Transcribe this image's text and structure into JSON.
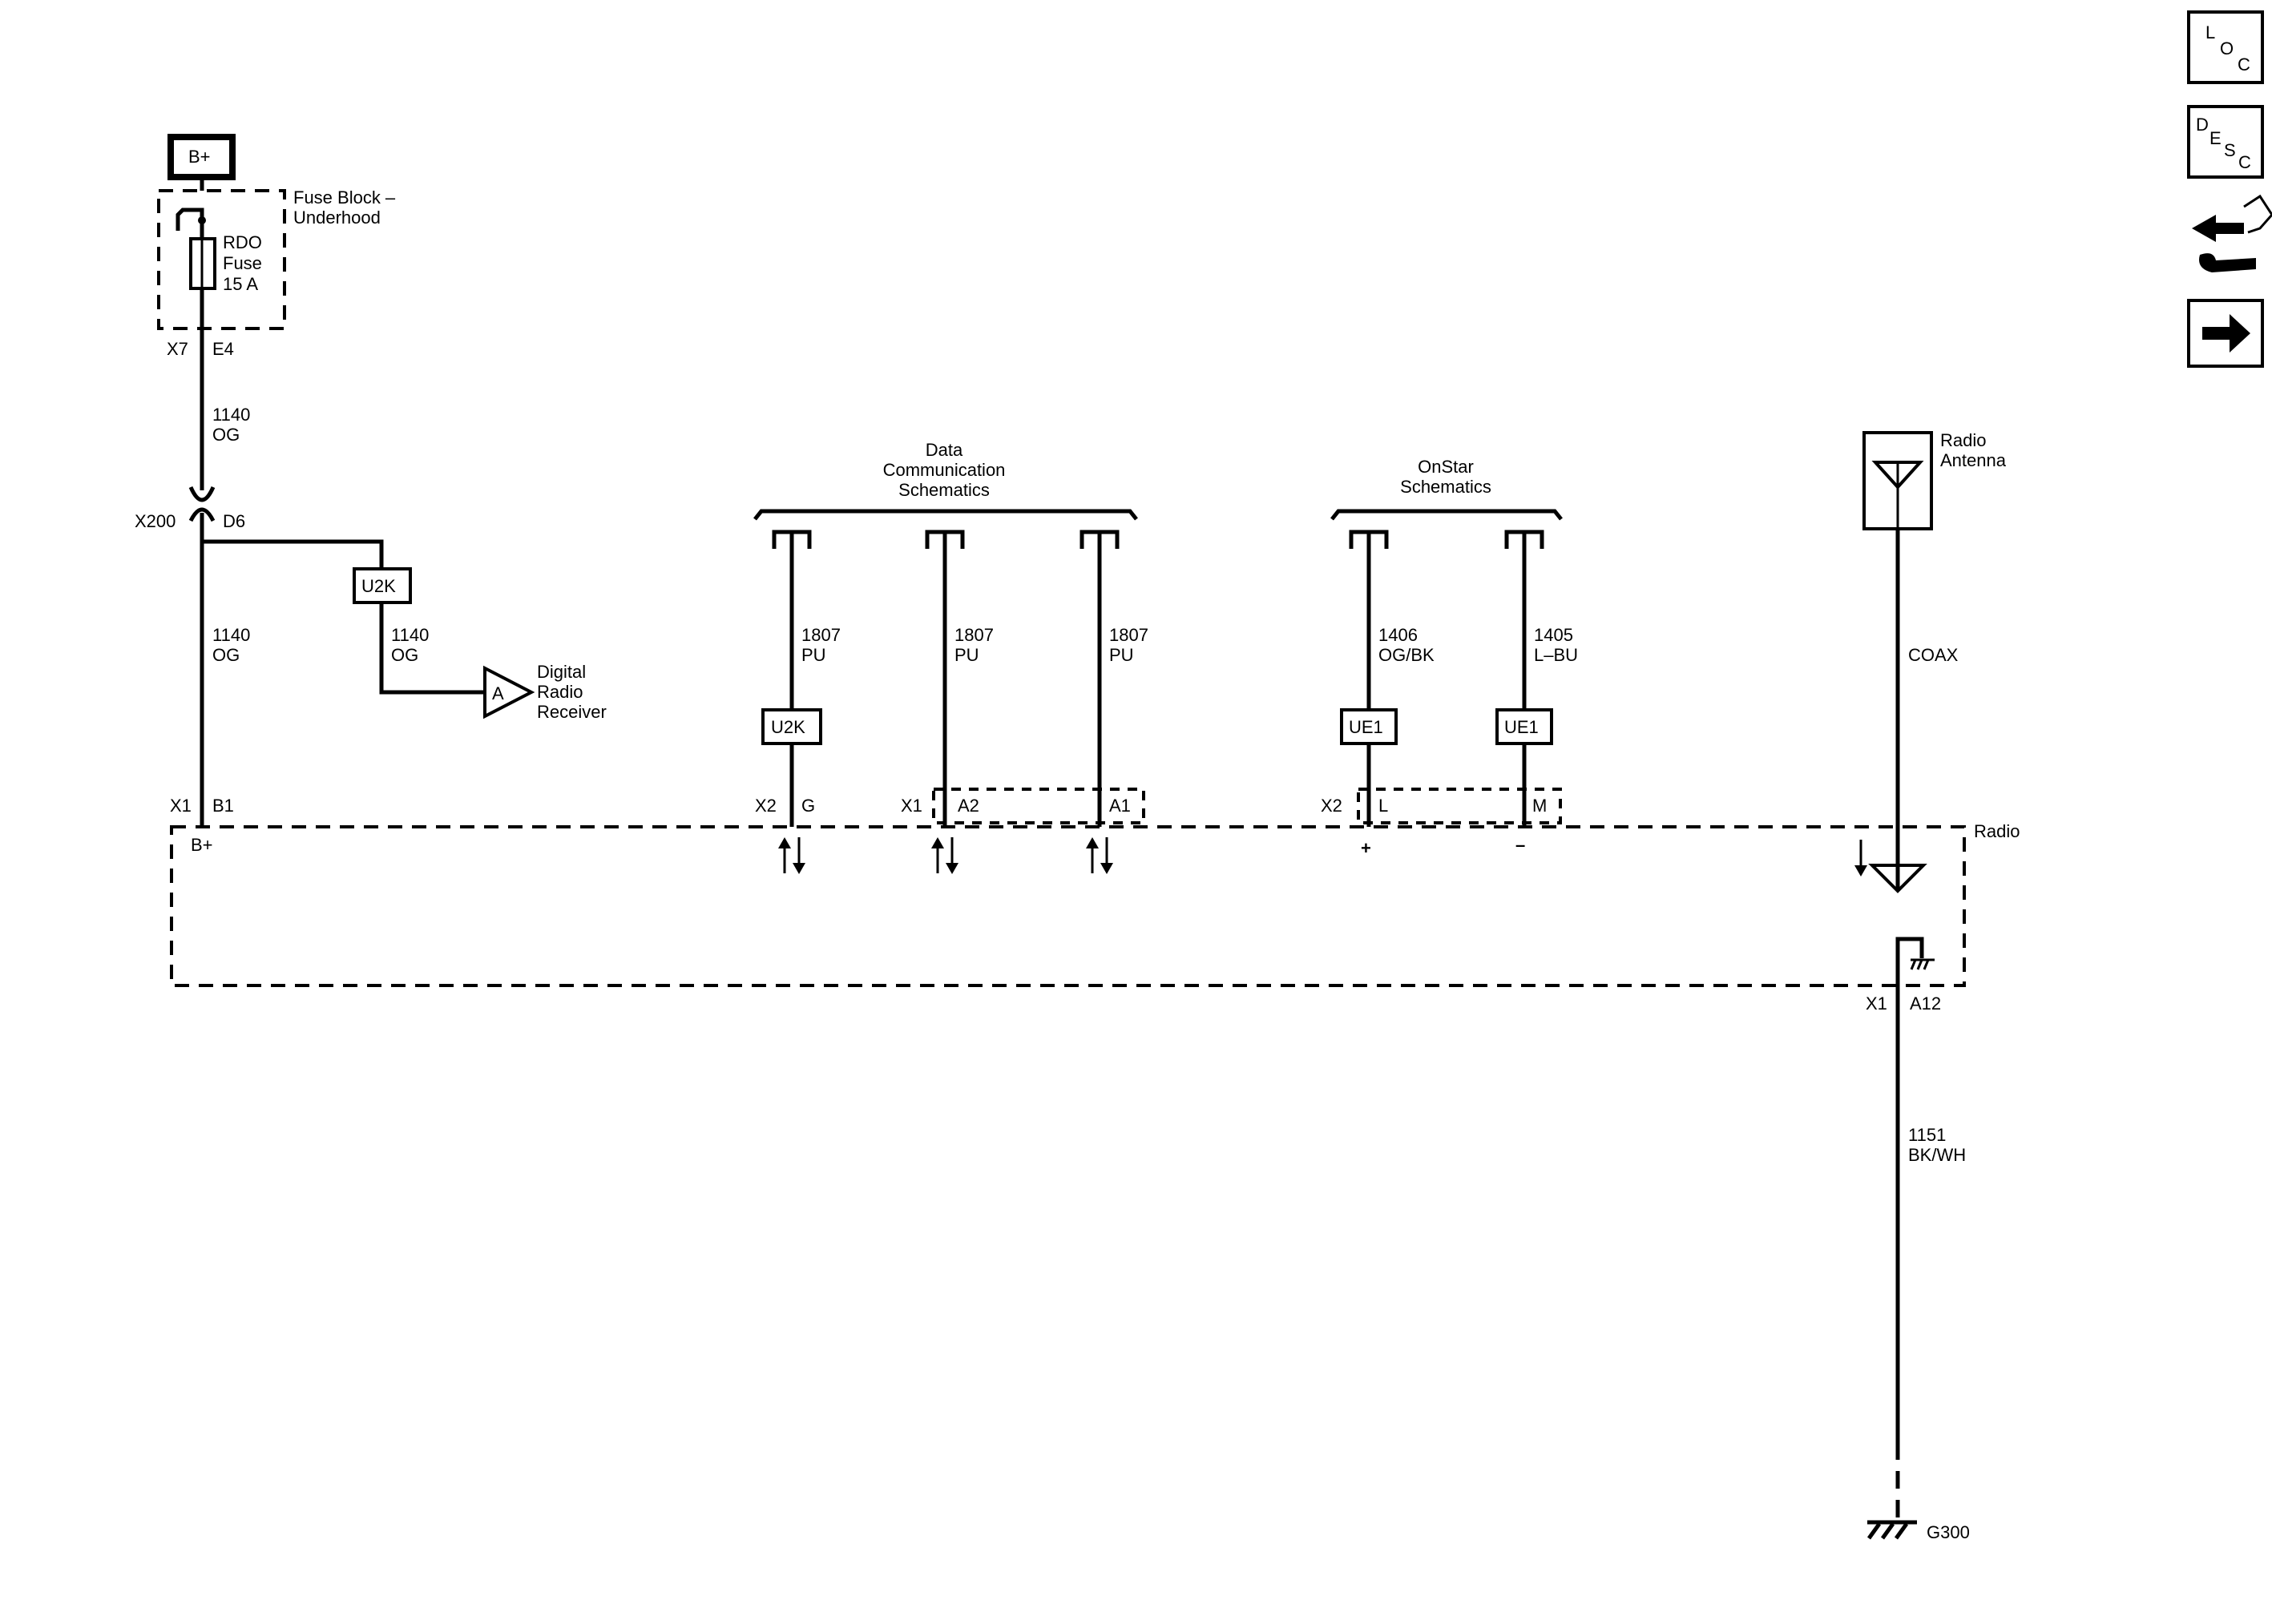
{
  "power": {
    "bplus_label": "B+"
  },
  "fuse_block": {
    "title_line1": "Fuse Block –",
    "title_line2": "Underhood",
    "fuse_line1": "RDO",
    "fuse_line2": "Fuse",
    "fuse_line3": "15 A",
    "conn": "X7",
    "pin": "E4"
  },
  "wire_1140a": {
    "circuit": "1140",
    "color": "OG"
  },
  "splice": {
    "conn": "X200",
    "pin": "D6"
  },
  "wire_1140b": {
    "circuit": "1140",
    "color": "OG"
  },
  "wire_1140c": {
    "circuit": "1140",
    "color": "OG"
  },
  "u2k_top": "U2K",
  "digital_radio": {
    "arrow": "A",
    "line1": "Digital",
    "line2": "Radio",
    "line3": "Receiver"
  },
  "radio_b1": {
    "conn": "X1",
    "pin": "B1",
    "label": "B+"
  },
  "data_comm": {
    "line1": "Data",
    "line2": "Communication",
    "line3": "Schematics"
  },
  "wire_1807a": {
    "circuit": "1807",
    "color": "PU"
  },
  "wire_1807b": {
    "circuit": "1807",
    "color": "PU"
  },
  "wire_1807c": {
    "circuit": "1807",
    "color": "PU"
  },
  "u2k_mid": "U2K",
  "data_pins": {
    "x2": "X2",
    "g": "G",
    "x1": "X1",
    "a2": "A2",
    "a1": "A1"
  },
  "onstar": {
    "line1": "OnStar",
    "line2": "Schematics"
  },
  "wire_1406": {
    "circuit": "1406",
    "color": "OG/BK"
  },
  "wire_1405": {
    "circuit": "1405",
    "color": "L–BU"
  },
  "ue1_a": "UE1",
  "ue1_b": "UE1",
  "onstar_pins": {
    "x2": "X2",
    "l": "L",
    "m": "M",
    "plus": "+",
    "minus": "–"
  },
  "antenna": {
    "line1": "Radio",
    "line2": "Antenna",
    "coax": "COAX"
  },
  "radio": {
    "label": "Radio"
  },
  "ground_pin": {
    "conn": "X1",
    "pin": "A12"
  },
  "wire_1151": {
    "circuit": "1151",
    "color": "BK/WH"
  },
  "ground": {
    "label": "G300"
  },
  "nav": {
    "loc": [
      "L",
      "O",
      "C"
    ],
    "desc": [
      "D",
      "E",
      "S",
      "C"
    ]
  }
}
